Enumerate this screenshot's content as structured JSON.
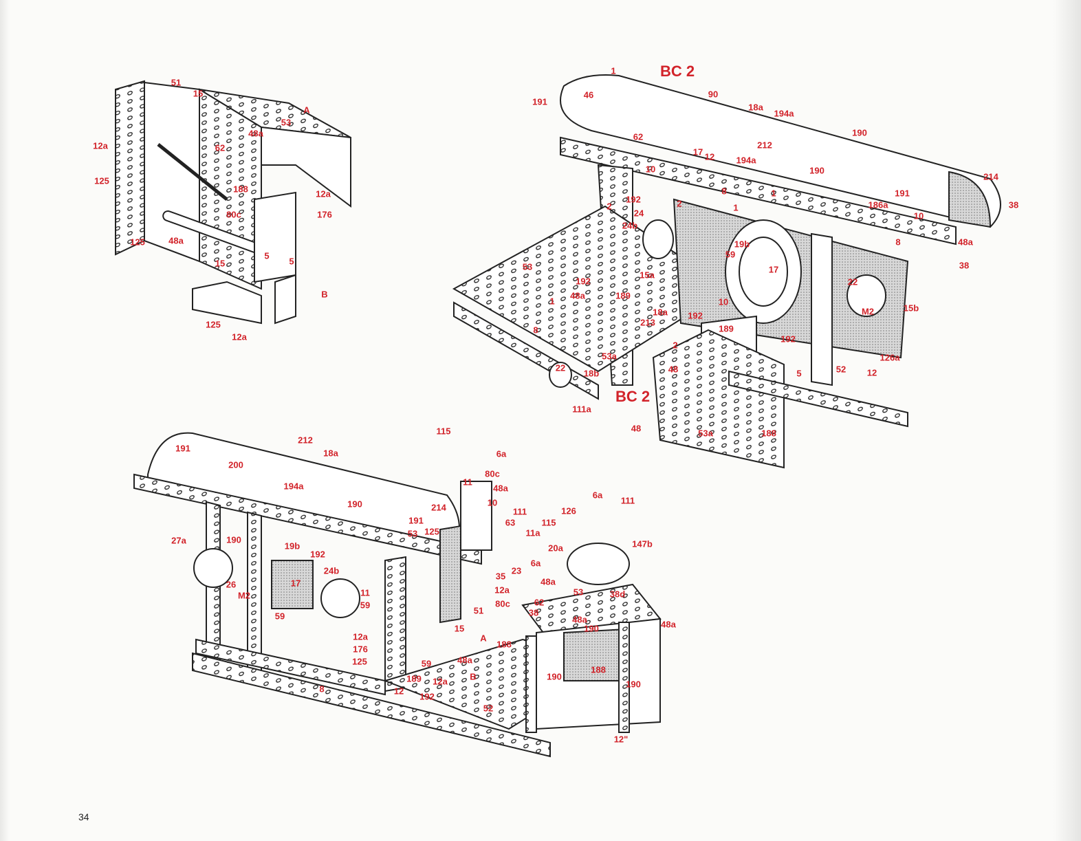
{
  "page_number": "34",
  "colors": {
    "label": "#d2232a",
    "line": "#222222",
    "paper": "#fbfbf9",
    "shade": "#b9b9b9"
  },
  "figures": [
    {
      "name": "sub-assembly-detail",
      "labels": [
        "51",
        "15",
        "53",
        "A",
        "48a",
        "62",
        "12a",
        "125",
        "188",
        "80c",
        "12a",
        "176",
        "125",
        "48a",
        "15",
        "5",
        "5",
        "B",
        "125",
        "12a"
      ]
    },
    {
      "name": "rear-view-model",
      "labels": [
        "1",
        "BC 2",
        "46",
        "191",
        "90",
        "18a",
        "194a",
        "190",
        "62",
        "212",
        "17",
        "12",
        "194a",
        "190",
        "10",
        "214",
        "8",
        "1",
        "192",
        "2",
        "1",
        "191",
        "186a",
        "38",
        "24",
        "24b",
        "2",
        "10",
        "8",
        "19b",
        "48a",
        "59",
        "38",
        "53",
        "15a",
        "17",
        "192",
        "22",
        "10",
        "15b",
        "189",
        "48a",
        "1",
        "18a",
        "213",
        "192",
        "M2",
        "189",
        "8",
        "192",
        "2",
        "53a",
        "126a",
        "22",
        "18b",
        "48",
        "5",
        "52",
        "12",
        "BC 2",
        "111a",
        "48",
        "53a",
        "188"
      ]
    },
    {
      "name": "front-view-model",
      "labels": [
        "212",
        "18a",
        "191",
        "200",
        "194a",
        "190",
        "115",
        "6a",
        "80c",
        "11",
        "48a",
        "10",
        "214",
        "111",
        "191",
        "63",
        "11a",
        "126",
        "6a",
        "111",
        "115",
        "27a",
        "190",
        "53",
        "125",
        "20a",
        "147b",
        "19b",
        "192",
        "6a",
        "23",
        "35",
        "48a",
        "24b",
        "26",
        "12a",
        "53",
        "38d",
        "17",
        "11",
        "M2",
        "59",
        "80c",
        "51",
        "62",
        "38",
        "59",
        "48a",
        "190",
        "12a",
        "15",
        "48a",
        "A",
        "188",
        "176",
        "125",
        "59",
        "48a",
        "B",
        "190",
        "188",
        "190",
        "189",
        "12a",
        "12",
        "8",
        "192",
        "52",
        "12\""
      ]
    }
  ]
}
